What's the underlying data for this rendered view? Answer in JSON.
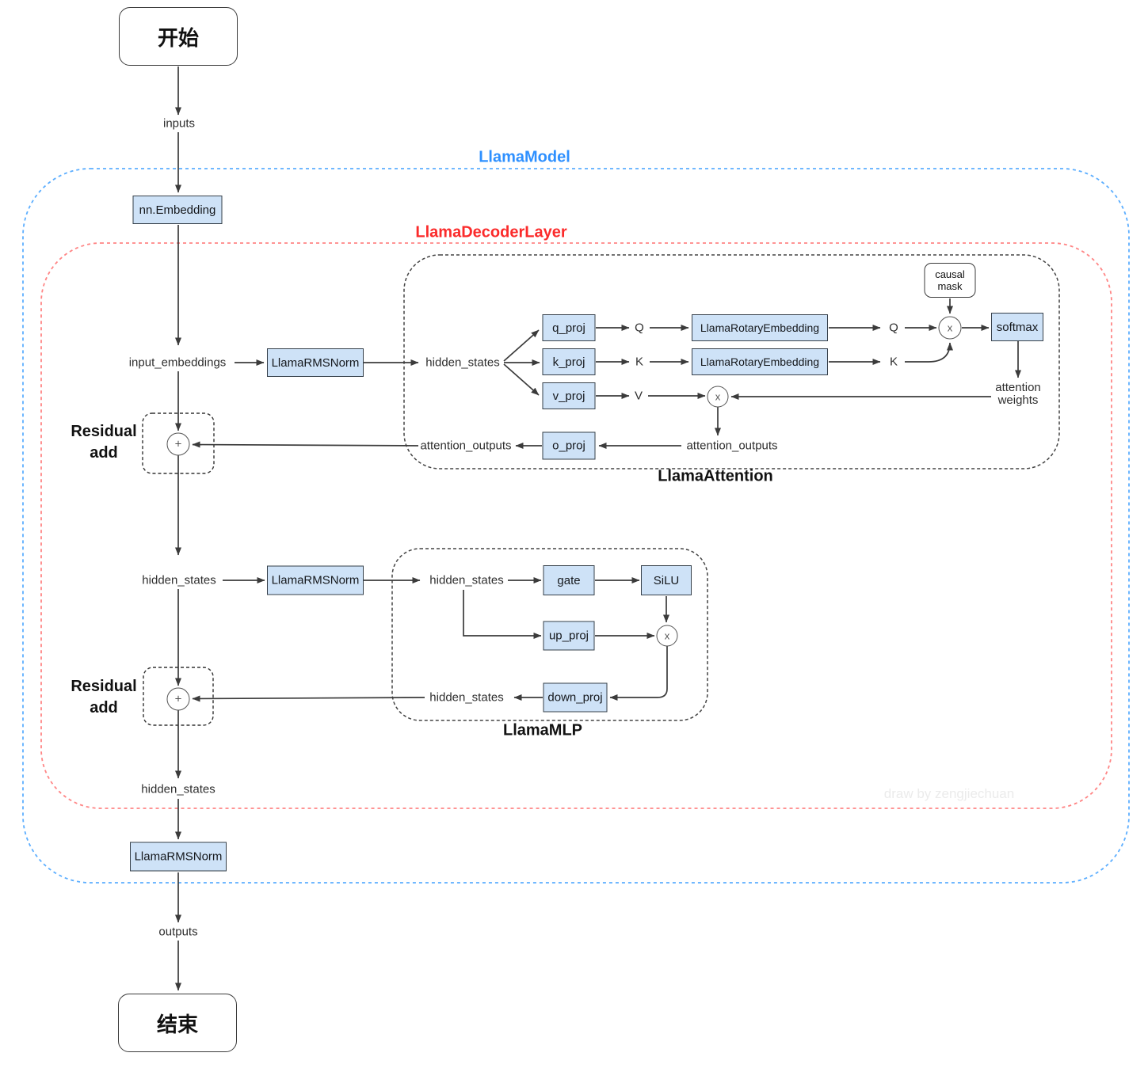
{
  "containers": {
    "model": {
      "label": "LlamaModel",
      "label_color": "#2e90ff",
      "border_color": "#5caeff"
    },
    "decoder": {
      "label": "LlamaDecoderLayer",
      "label_color": "#fb2b2b",
      "border_color": "#ff8585"
    },
    "attention": {
      "label": "LlamaAttention",
      "border_color": "#444444"
    },
    "mlp": {
      "label": "LlamaMLP",
      "border_color": "#444444"
    }
  },
  "terminals": {
    "start": "开始",
    "end": "结束"
  },
  "edge_labels": {
    "inputs": "inputs",
    "input_embeddings": "input_embeddings",
    "hidden_states": "hidden_states",
    "attention_outputs": "attention_outputs",
    "attention_weights_line1": "attention",
    "attention_weights_line2": "weights",
    "outputs": "outputs",
    "q": "Q",
    "k": "K",
    "v": "V"
  },
  "residual": {
    "line1": "Residual",
    "line2": "add"
  },
  "ops": {
    "multiply": "x",
    "add": "+"
  },
  "blocks": {
    "nn_embedding": "nn.Embedding",
    "llama_rmsnorm": "LlamaRMSNorm",
    "q_proj": "q_proj",
    "k_proj": "k_proj",
    "v_proj": "v_proj",
    "o_proj": "o_proj",
    "llama_rotary_embedding": "LlamaRotaryEmbedding",
    "softmax": "softmax",
    "causal_mask_line1": "causal",
    "causal_mask_line2": "mask",
    "gate": "gate",
    "silu": "SiLU",
    "up_proj": "up_proj",
    "down_proj": "down_proj"
  },
  "watermark": "draw by zengjiechuan",
  "colors": {
    "block_fill": "#cee2f7",
    "block_border": "#36404a",
    "edge": "#3b3b3b"
  }
}
